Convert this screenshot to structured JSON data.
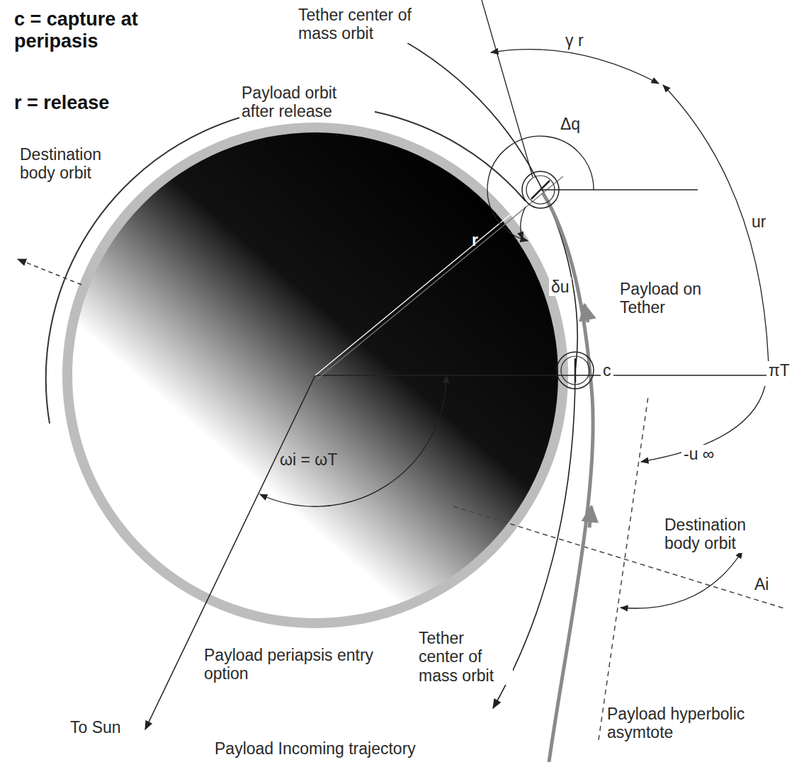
{
  "diagram": {
    "labels": [
      "c = capture at peripasis",
      "r = release",
      "Tether center of mass orbit",
      "γ r",
      "Payload orbit after release",
      "Destination body orbit",
      "Δq",
      "r",
      "δu",
      "Payload on Tether",
      "ur",
      "c",
      "πT",
      "-u ∞",
      "ωi = ωT",
      "Destination body orbit",
      "Ai",
      "Payload periapsis entry option",
      "Tether center of mass orbit",
      "Payload hyperbolic asymtote",
      "To Sun",
      "Payload Incoming trajectory"
    ]
  }
}
